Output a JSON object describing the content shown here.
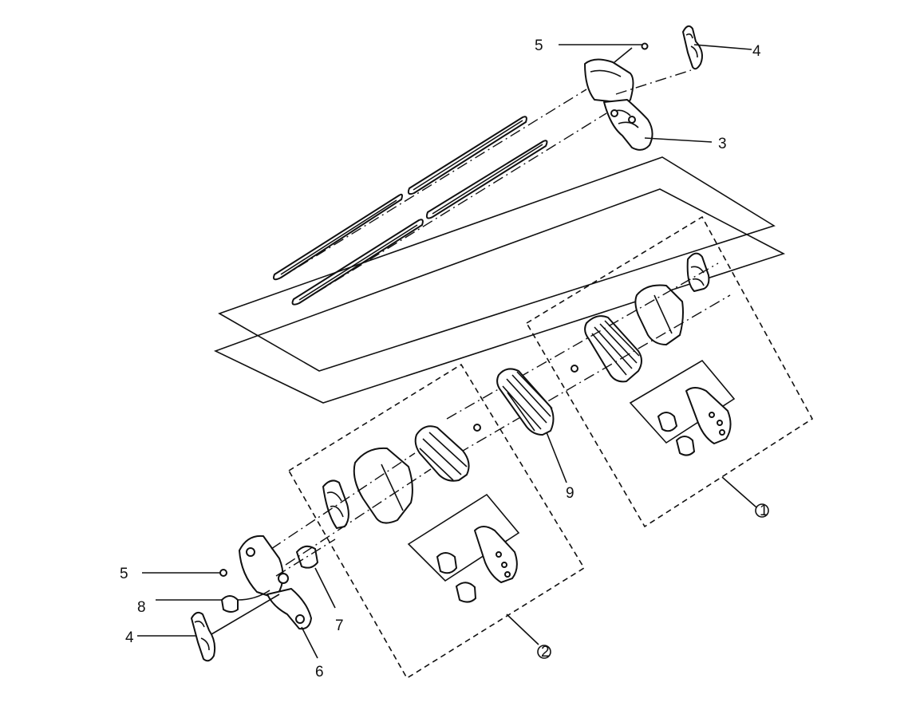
{
  "diagram": {
    "callouts": {
      "c5_top": "5",
      "c4_top": "4",
      "c3": "3",
      "c9": "9",
      "c1": "1",
      "c5_left": "5",
      "c8": "8",
      "c4_left": "4",
      "c7": "7",
      "c6": "6",
      "c2": "2"
    }
  }
}
